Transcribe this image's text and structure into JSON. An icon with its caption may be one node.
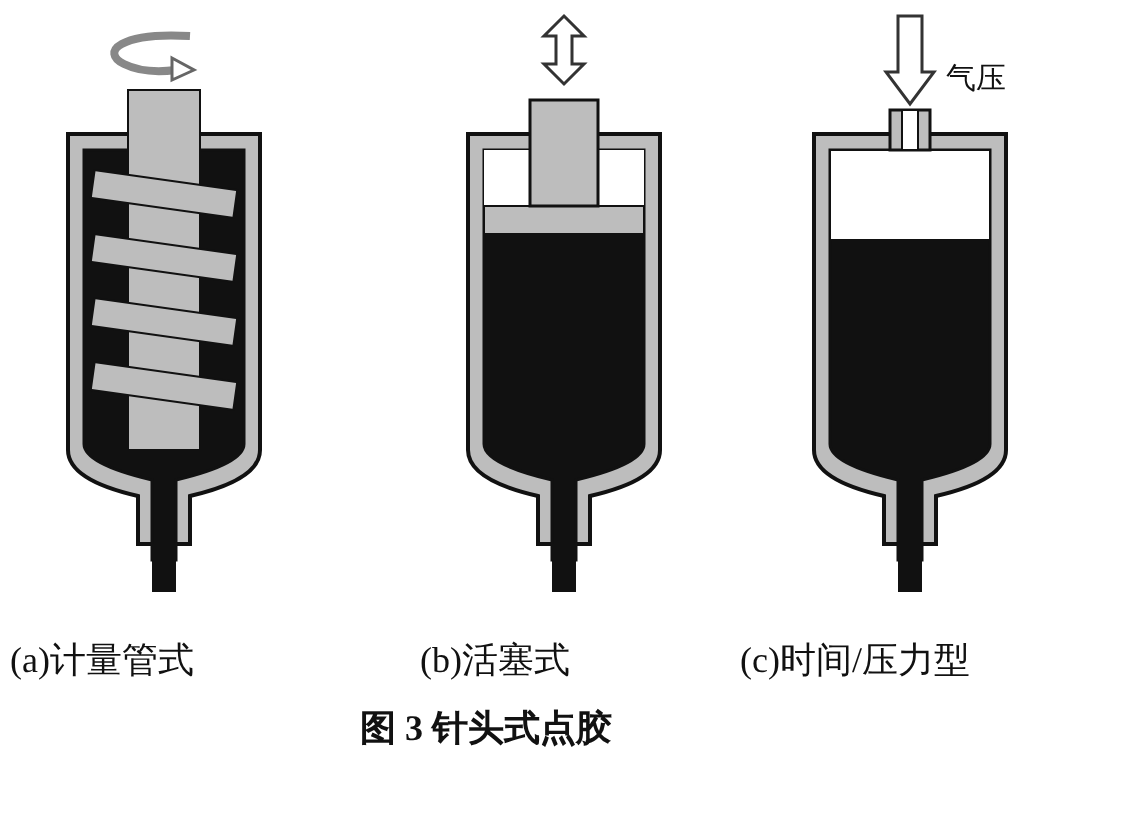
{
  "diagram": {
    "caption": "图 3 针头式点胶",
    "labels": [
      "气压",
      "(a)计量管式",
      "(b)活塞式",
      "(c)时间/压力型"
    ]
  }
}
